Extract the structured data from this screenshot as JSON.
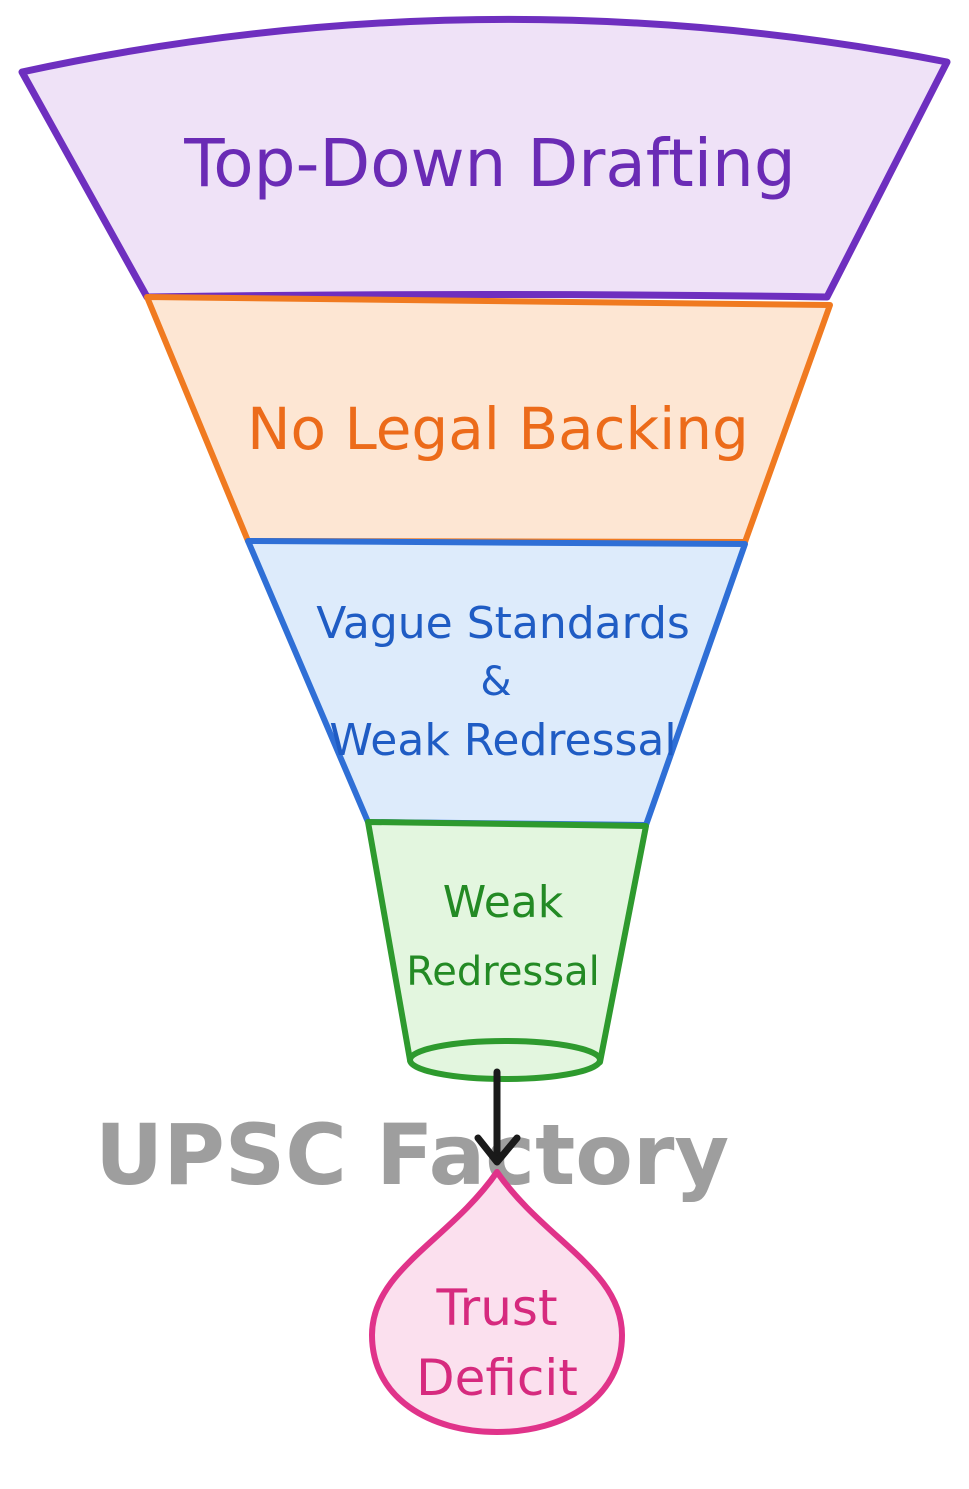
{
  "stages": [
    {
      "lines": [
        "Top-Down Drafting"
      ],
      "stroke": "#6e2fbf",
      "fill": "#efe2f7",
      "text_color": "#6a2bb5"
    },
    {
      "lines": [
        "No Legal Backing"
      ],
      "stroke": "#f07a20",
      "fill": "#fde6d3",
      "text_color": "#ec6b1a"
    },
    {
      "lines": [
        "Vague Standards",
        "&",
        "Weak Redressal"
      ],
      "stroke": "#2f6fd6",
      "fill": "#ddebfb",
      "text_color": "#1f5cc4"
    },
    {
      "lines": [
        "Weak",
        "Redressal"
      ],
      "stroke": "#2e9a2e",
      "fill": "#e3f6df",
      "text_color": "#238a24"
    }
  ],
  "result": {
    "lines": [
      "Trust",
      "Deficit"
    ],
    "stroke": "#e0338a",
    "fill": "#fbe0ee",
    "text_color": "#d62a7e"
  },
  "arrow_color": "#1a1a1a",
  "watermark": {
    "text": "UPSC Factory",
    "color": "#9e9e9e"
  }
}
